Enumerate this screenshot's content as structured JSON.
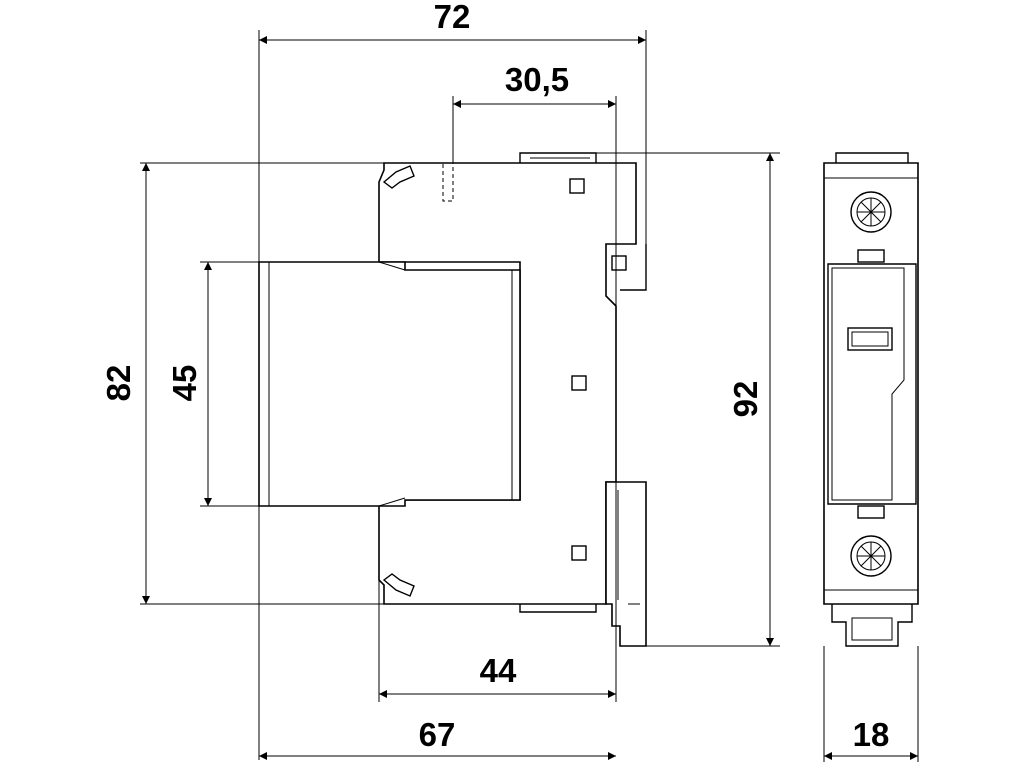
{
  "dimensions": {
    "overall_depth": "72",
    "top_offset": "30,5",
    "body_height": "82",
    "front_height": "45",
    "total_height": "92",
    "rear_depth": "44",
    "base_depth": "67",
    "module_width": "18"
  },
  "colors": {
    "line": "#000000",
    "background": "#ffffff"
  }
}
